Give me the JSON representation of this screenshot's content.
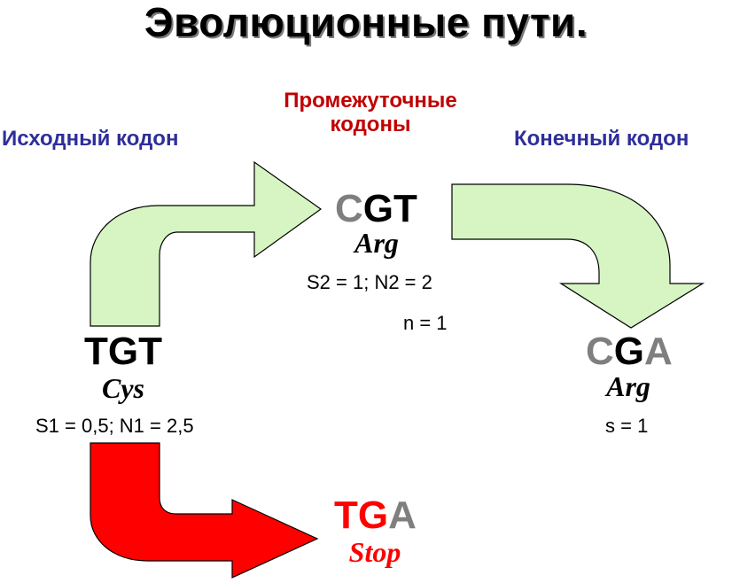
{
  "title": "Эволюционные пути.",
  "headings": {
    "source": "Исходный кодон",
    "intermediate_line1": "Промежуточные",
    "intermediate_line2": "кодоны",
    "final": "Конечный кодон"
  },
  "codons": {
    "source": {
      "letters": [
        "T",
        "G",
        "T"
      ],
      "amino": "Cys",
      "stats": "S1 = 0,5; N1 = 2,5"
    },
    "intermediate": {
      "letters": [
        "C",
        "G",
        "T"
      ],
      "amino": "Arg",
      "stats": "S2 = 1; N2 = 2",
      "extra": "n = 1"
    },
    "final": {
      "letters": [
        "C",
        "G",
        "A"
      ],
      "amino": "Arg",
      "stats": "s = 1"
    },
    "stop": {
      "letters": [
        "T",
        "G",
        "A"
      ],
      "amino": "Stop"
    }
  },
  "colors": {
    "arrow_green_fill": "#d6f5c2",
    "arrow_red_fill": "#ff0000",
    "heading_blue": "#2e2e9a",
    "heading_red": "#c00000",
    "changed_letter_grey": "#7f7f7f"
  }
}
